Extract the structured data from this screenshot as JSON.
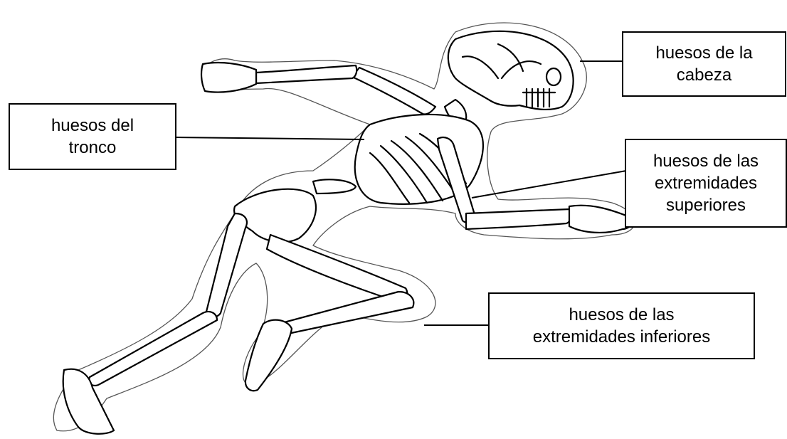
{
  "labels": {
    "head": "huesos de la\ncabeza",
    "trunk": "huesos del\ntronco",
    "upper_limbs": "huesos de las\nextremidades\nsuperiores",
    "lower_limbs": "huesos de las\nextremidades inferiores"
  },
  "colors": {
    "ink": "#000000",
    "outline": "#555555",
    "background": "#ffffff"
  }
}
